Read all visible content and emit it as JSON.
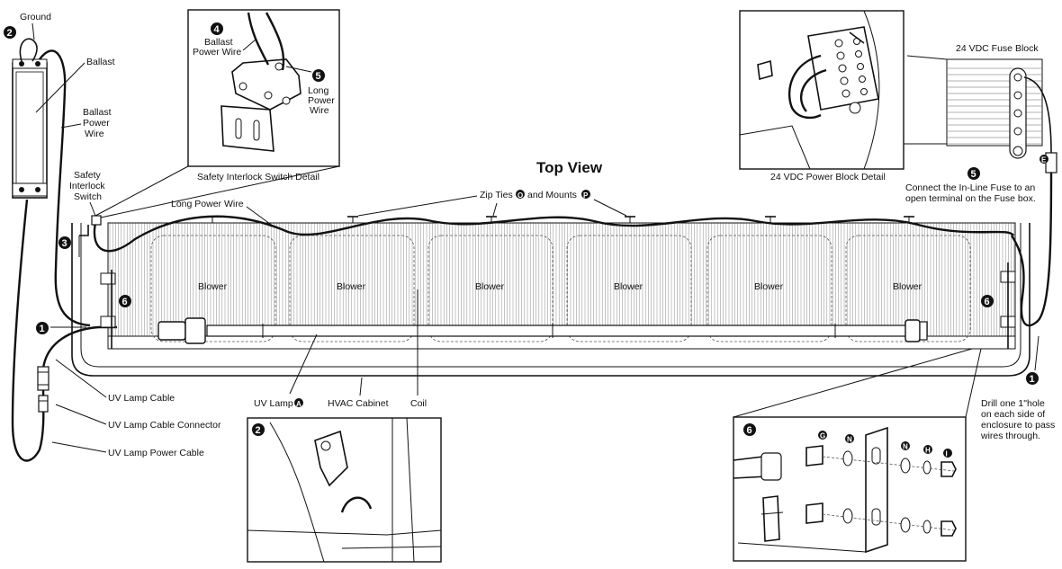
{
  "diagram": {
    "title": "Top View",
    "labels": {
      "ground": "Ground",
      "ballast": "Ballast",
      "ballast_power_wire": [
        "Ballast",
        "Power",
        "Wire"
      ],
      "safety_interlock_switch": [
        "Safety",
        "Interlock",
        "Switch"
      ],
      "long_power_wire": "Long Power Wire",
      "zip_ties": "Zip Ties",
      "and_mounts": "and Mounts",
      "uv_lamp_cable": "UV Lamp Cable",
      "uv_lamp_cable_connector": "UV Lamp Cable Connector",
      "uv_lamp_power_cable": "UV Lamp Power Cable",
      "uv_lamp": "UV Lamp",
      "hvac_cabinet": "HVAC Cabinet",
      "coil": "Coil",
      "drill_note": [
        "Drill one 1\"hole",
        "on each side of",
        "enclosure to pass",
        "wires through."
      ],
      "fuse_note": [
        "Connect the In-Line Fuse to an",
        "open terminal on the Fuse box."
      ],
      "fuse_block": "24 VDC Fuse Block"
    },
    "blowers": [
      "Blower",
      "Blower",
      "Blower",
      "Blower",
      "Blower",
      "Blower"
    ],
    "details": {
      "interlock": {
        "caption": "Safety Interlock Switch Detail",
        "ballast_power_wire": [
          "Ballast",
          "Power Wire"
        ],
        "long_power_wire": [
          "Long",
          "Power",
          "Wire"
        ]
      },
      "power_block": {
        "caption": "24 VDC Power Block Detail"
      }
    },
    "markers": {
      "m1": "1",
      "m2": "2",
      "m3": "3",
      "m4": "4",
      "m5": "5",
      "m6": "6",
      "a": "A",
      "e": "E",
      "g": "G",
      "h": "H",
      "i": "I",
      "n": "N",
      "o": "O",
      "p": "P"
    }
  }
}
